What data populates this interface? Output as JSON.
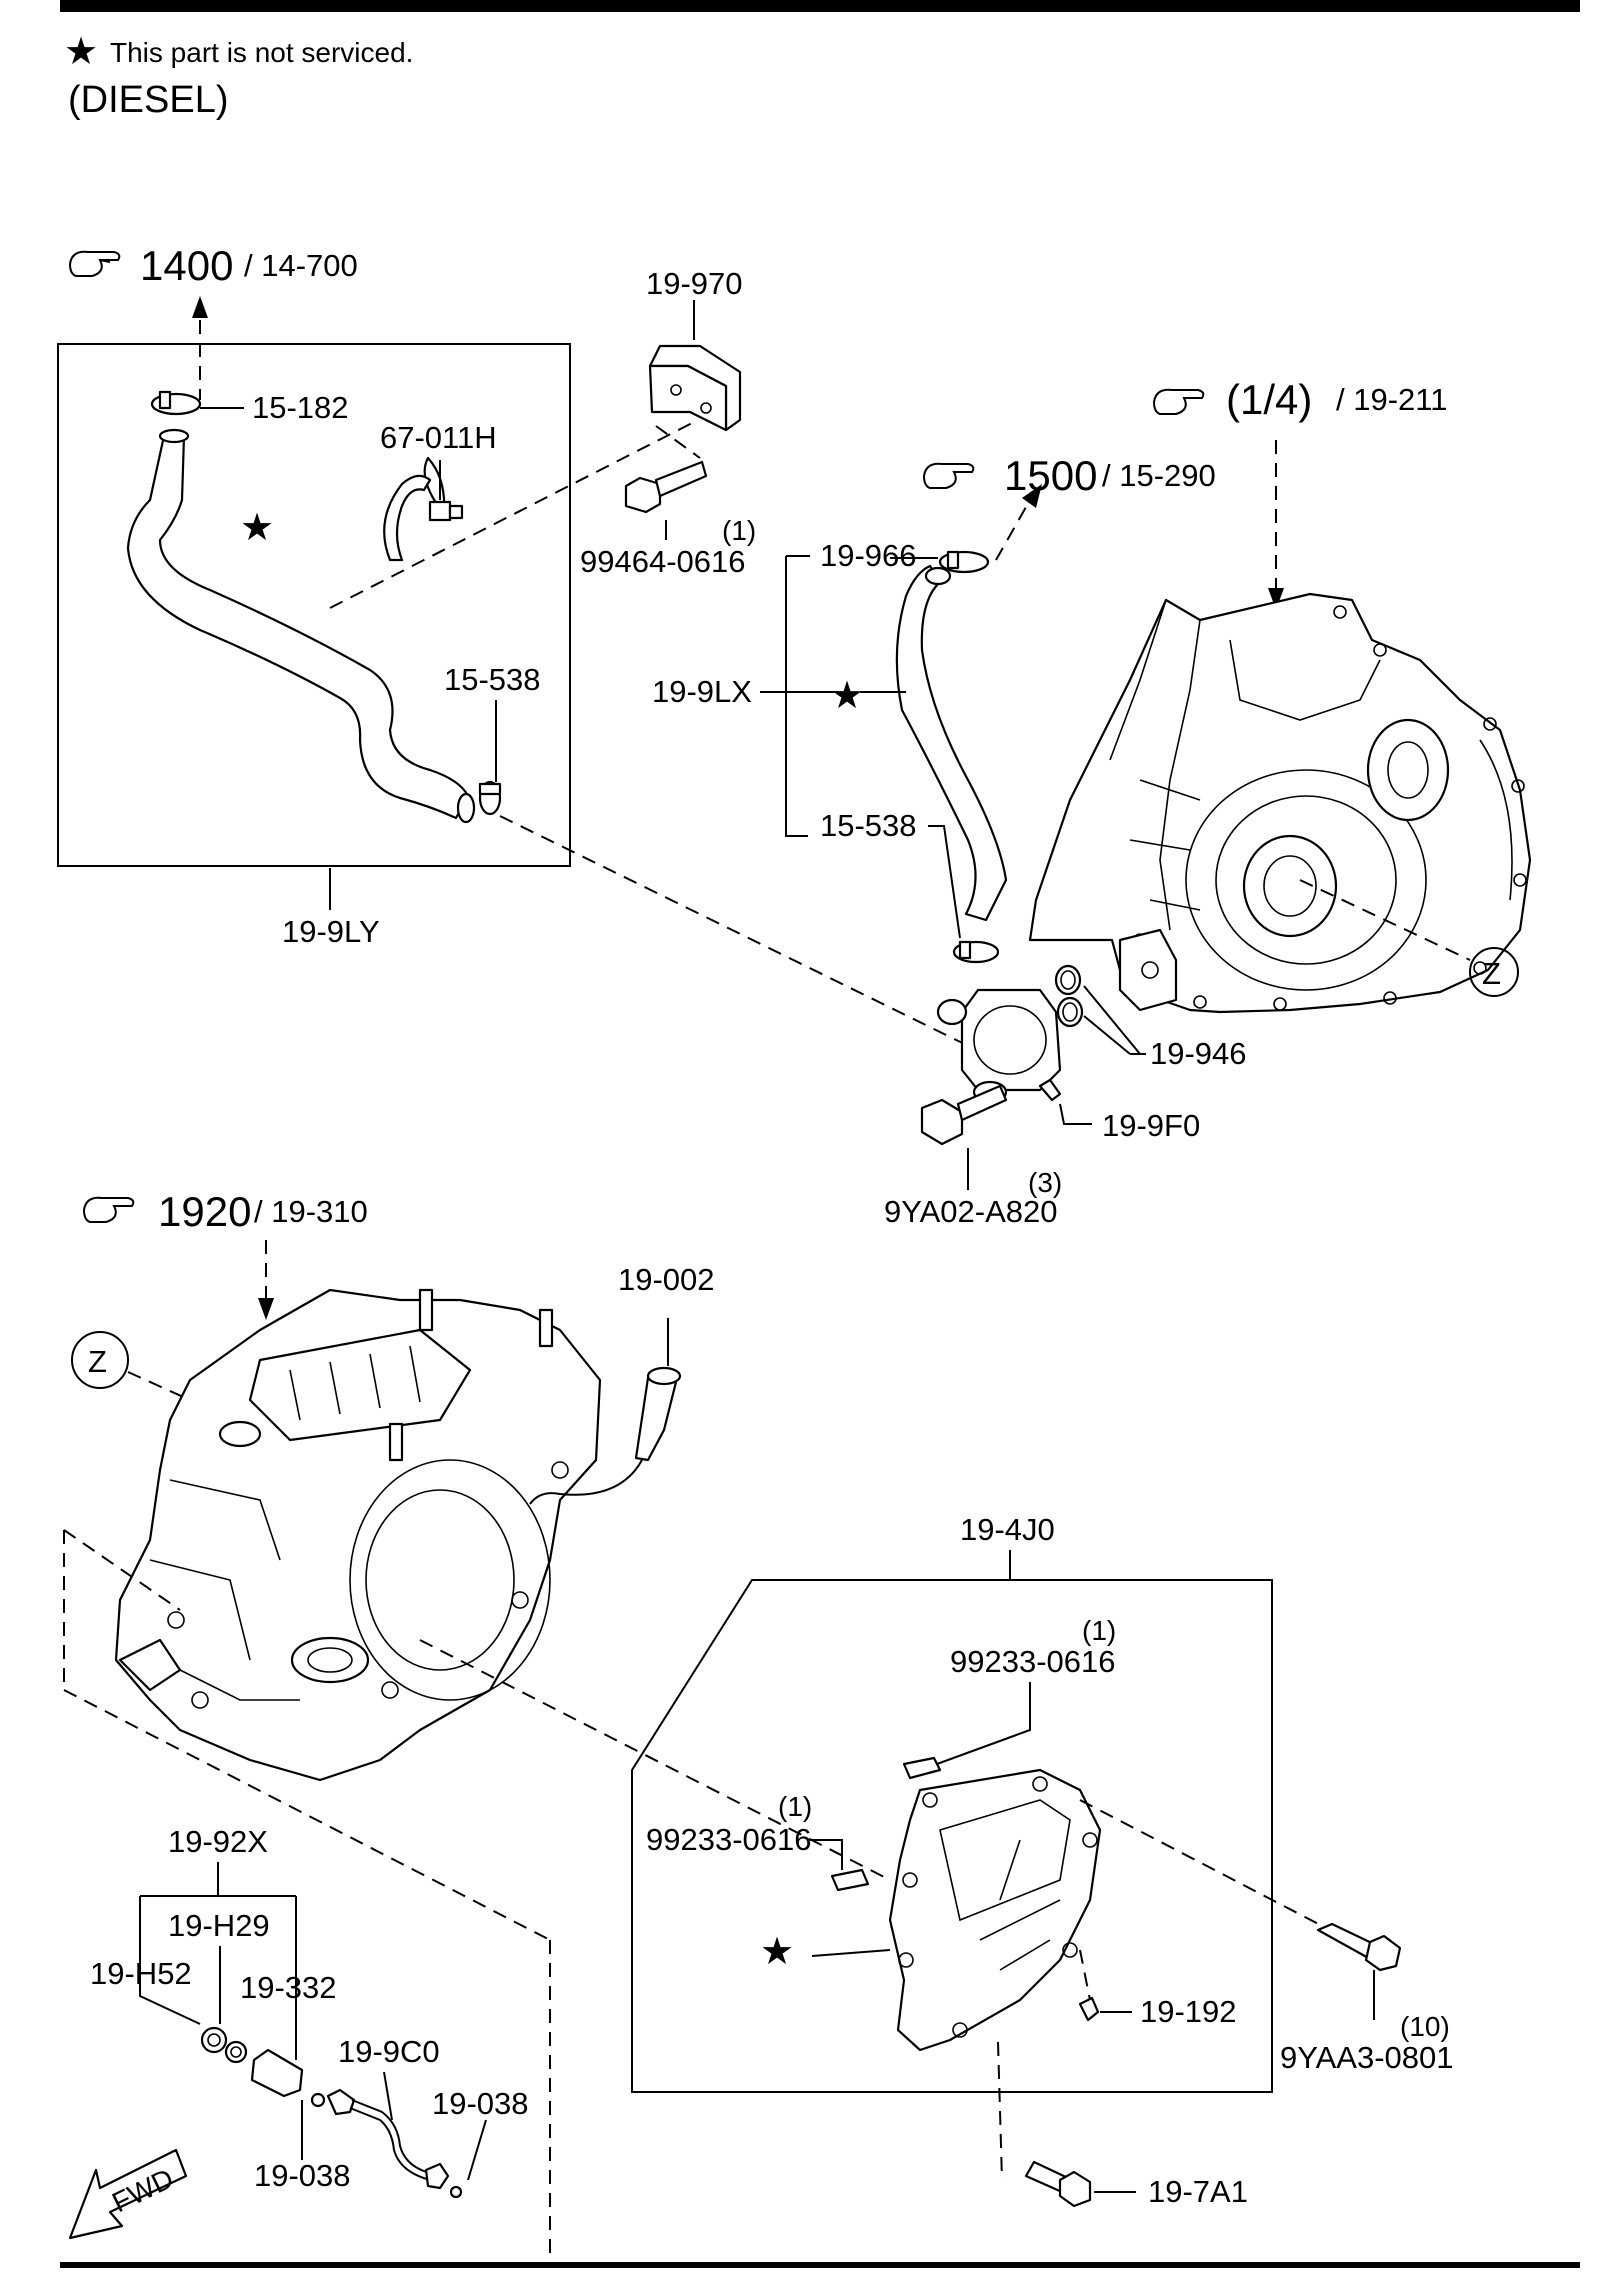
{
  "header": {
    "note_symbol": "★",
    "note_text": "This part is not serviced.",
    "variant": "(DIESEL)"
  },
  "references": {
    "r1400": {
      "main": "1400",
      "sub": "/ 14-700"
    },
    "r1500": {
      "main": "1500",
      "sub": "/ 15-290"
    },
    "r14": {
      "main": "(1/4)",
      "sub": "/ 19-211"
    },
    "r1920": {
      "main": "1920",
      "sub": "/ 19-310"
    }
  },
  "labels": {
    "p15182": "15-182",
    "p67011h": "67-011H",
    "p15538a": "15-538",
    "p199ly": "19-9LY",
    "p19970": "19-970",
    "p99464": "99464-0616",
    "p99464_qty": "(1)",
    "p19966": "19-966",
    "p199lx": "19-9LX",
    "p15538b": "15-538",
    "p19946": "19-946",
    "p199f0": "19-9F0",
    "p9ya02": "9YA02-A820",
    "p9ya02_qty": "(3)",
    "p19002": "19-002",
    "p194j0": "19-4J0",
    "p99233a": "99233-0616",
    "p99233a_qty": "(1)",
    "p99233b": "99233-0616",
    "p99233b_qty": "(1)",
    "p19192": "19-192",
    "p9yaa3": "9YAA3-0801",
    "p9yaa3_qty": "(10)",
    "p197a1": "19-7A1",
    "p1992x": "19-92X",
    "p19h29": "19-H29",
    "p19h52": "19-H52",
    "p19332": "19-332",
    "p199c0": "19-9C0",
    "p19038a": "19-038",
    "p19038b": "19-038",
    "star": "★",
    "z": "Z",
    "fwd": "FWD"
  },
  "icons": [
    "pointing-hand-icon",
    "star-icon",
    "fwd-arrow-icon"
  ]
}
